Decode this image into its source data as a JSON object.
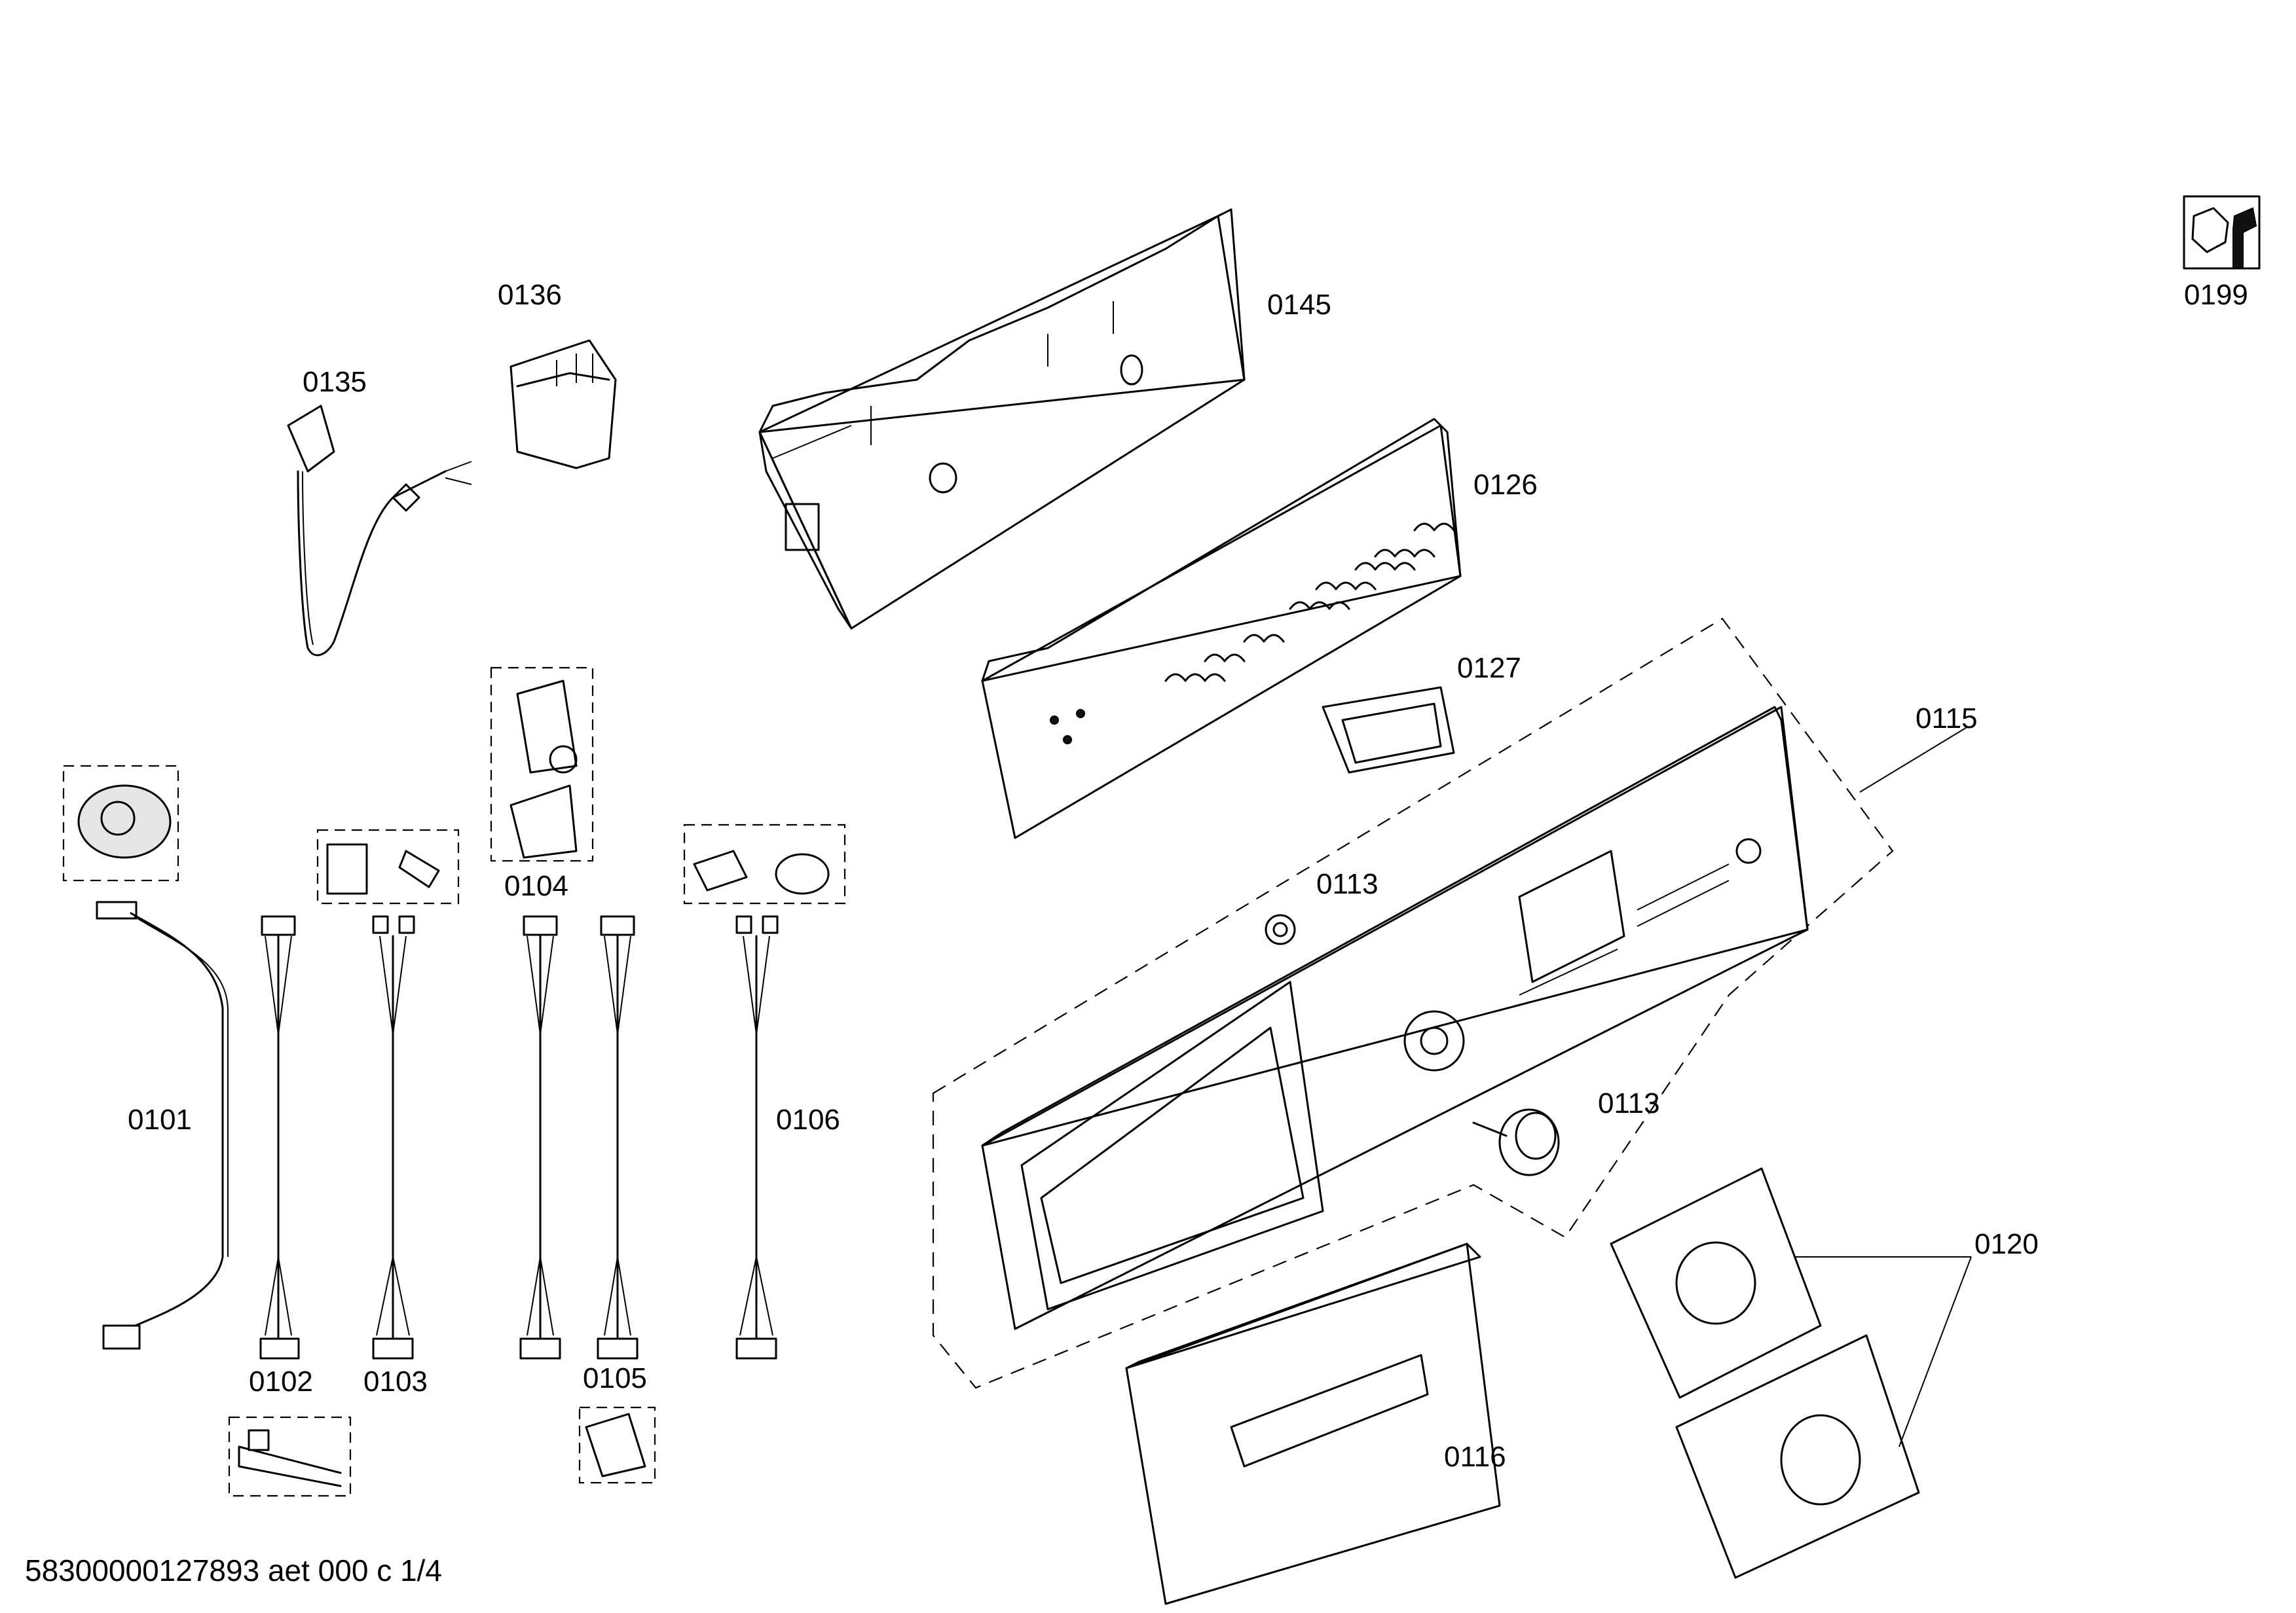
{
  "labels": {
    "p0101": "0101",
    "p0102": "0102",
    "p0103": "0103",
    "p0104": "0104",
    "p0105": "0105",
    "p0106": "0106",
    "p0113a": "0113",
    "p0113b": "0113",
    "p0115": "0115",
    "p0116": "0116",
    "p0120": "0120",
    "p0126": "0126",
    "p0127": "0127",
    "p0135": "0135",
    "p0136": "0136",
    "p0145": "0145",
    "p0199": "0199"
  },
  "footer": "58300000127893 aet 000 c 1/4",
  "icons": {
    "service": "wrench-nut-icon"
  }
}
